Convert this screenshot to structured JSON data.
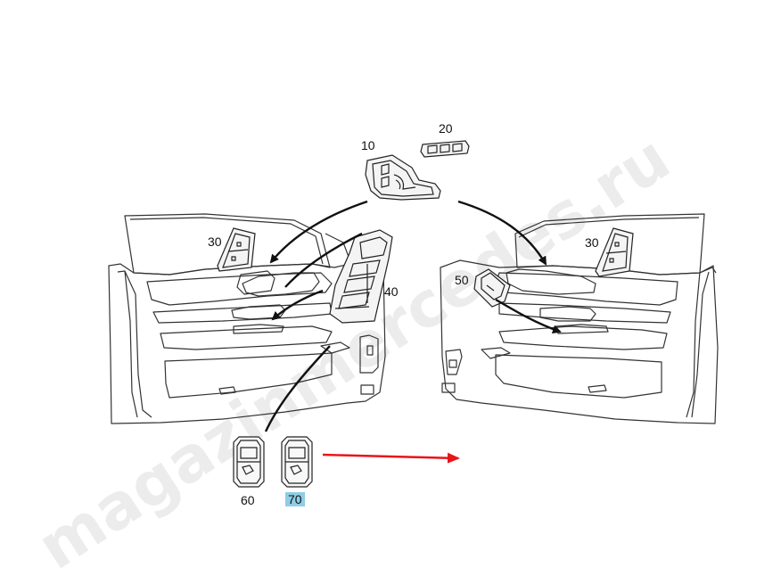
{
  "watermark": "magazinmercedes.ru",
  "callouts": {
    "p10": "10",
    "p20": "20",
    "p30_left": "30",
    "p30_right": "30",
    "p40": "40",
    "p50": "50",
    "p60": "60",
    "p70": "70"
  },
  "highlight": {
    "part": "70",
    "label_color": "#8ecde6",
    "arrow_color": "#e8141a"
  }
}
